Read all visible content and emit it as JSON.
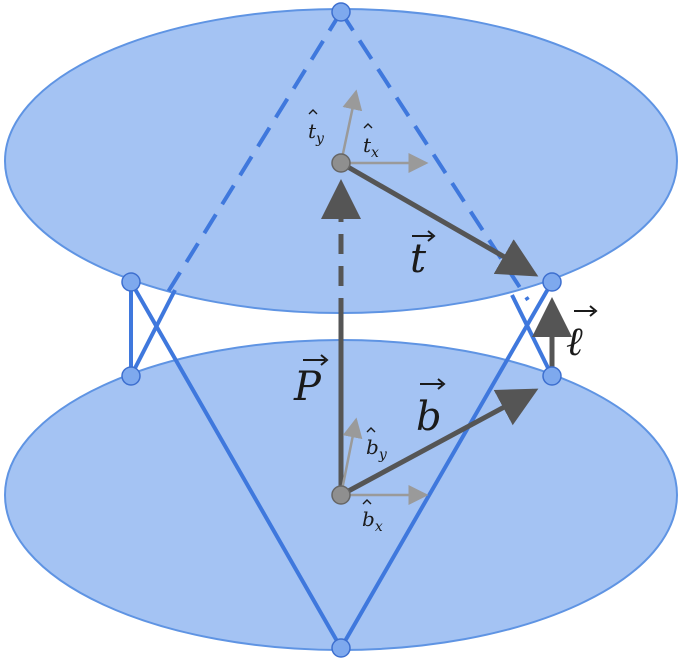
{
  "colors": {
    "disk_fill": "#a4c3f3",
    "disk_stroke": "#5f94e3",
    "leg": "#3f78dd",
    "joint_fill": "#7ea9ee",
    "joint_stroke": "#3d6fcf",
    "vector": "#555555",
    "axis": "#9a9a9a",
    "center_fill": "#8f8f8f",
    "center_stroke": "#666666"
  },
  "labels": {
    "t": "t",
    "P": "P",
    "b": "b",
    "l": "ℓ",
    "tx": "t",
    "tx_sub": "x",
    "ty": "t",
    "ty_sub": "y",
    "bx": "b",
    "bx_sub": "x",
    "by": "b",
    "by_sub": "y"
  }
}
